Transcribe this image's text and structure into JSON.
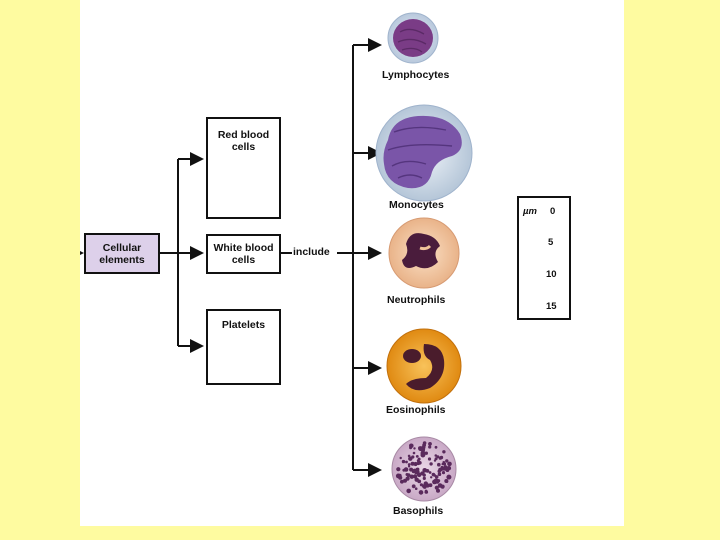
{
  "nodes": {
    "cellular_elements": "Cellular elements",
    "red_blood_cells": "Red blood cells",
    "white_blood_cells": "White blood cells",
    "platelets": "Platelets",
    "edge_label": "include"
  },
  "wbc_types": [
    "Lymphocytes",
    "Monocytes",
    "Neutrophils",
    "Eosinophils",
    "Basophils"
  ],
  "scale": {
    "unit": "µm",
    "ticks": [
      "0",
      "5",
      "10",
      "15"
    ]
  },
  "colors": {
    "background": "#fefba0",
    "cellular_elements_fill": "#ddd0ea",
    "rbc": "#ef6c55",
    "lymphocyte_nucleus": "#7a3c86",
    "monocyte_nucleus": "#7a55a8",
    "neutrophil_cytoplasm": "#f0c49a",
    "eosinophil_cytoplasm": "#f2a020",
    "basophil_granules": "#5a2a5c"
  }
}
